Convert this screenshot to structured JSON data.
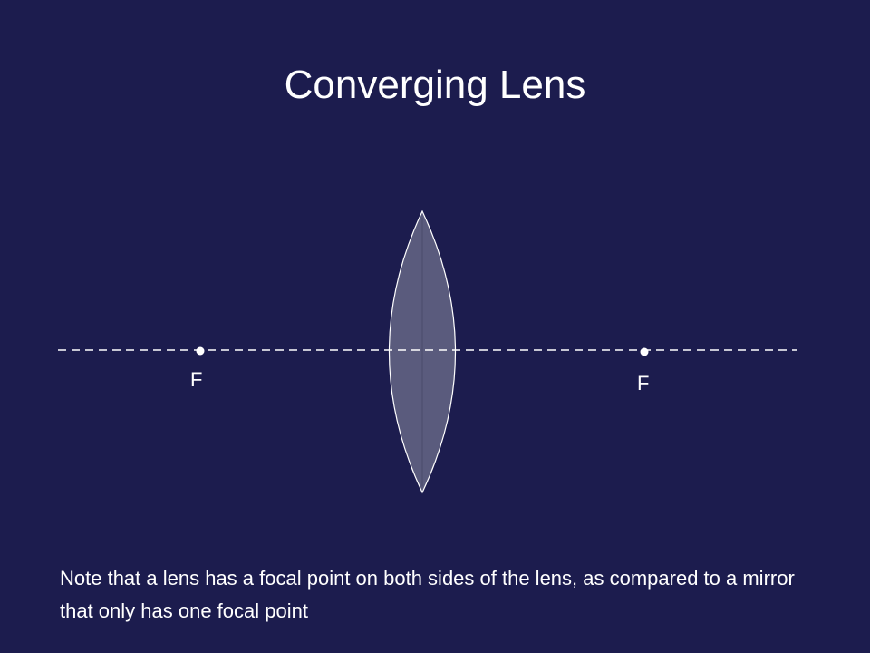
{
  "slide": {
    "title": "Converging Lens",
    "note": "Note that a lens has a focal point on both sides of the lens, as compared to a mirror that only has one focal point"
  },
  "diagram": {
    "focal_point_left_label": "F",
    "focal_point_right_label": "F",
    "colors": {
      "background": "#1c1c4e",
      "lens_fill": "#5a5b7d",
      "lens_stroke": "#ffffff",
      "axis": "#ffffff",
      "text": "#ffffff"
    }
  }
}
